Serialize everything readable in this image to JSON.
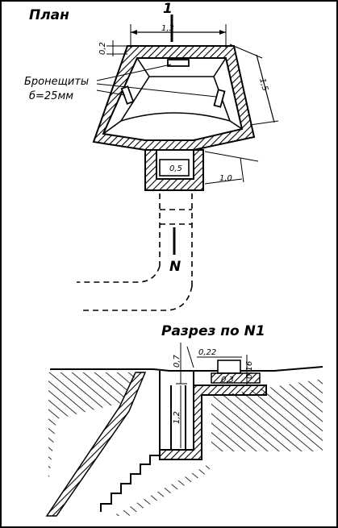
{
  "plan": {
    "title": "План",
    "section_mark": "1",
    "section_mark_bottom": "N",
    "armor_label_line1": "Бронещиты",
    "armor_label_line2": "б=25мм",
    "dims": {
      "top_width": "1,3",
      "wall_thickness": "0,2",
      "side_length": "1,5",
      "passage_width": "1,0",
      "passage_inner": "0,5"
    }
  },
  "section": {
    "title": "Разрез по N1",
    "dims": {
      "upper_depth": "0,7",
      "pit_depth": "1,2",
      "cap_width": "0,22",
      "cap_height": "0,16",
      "cap_base": "0,3"
    }
  },
  "colors": {
    "ink": "#000000",
    "paper": "#ffffff"
  }
}
